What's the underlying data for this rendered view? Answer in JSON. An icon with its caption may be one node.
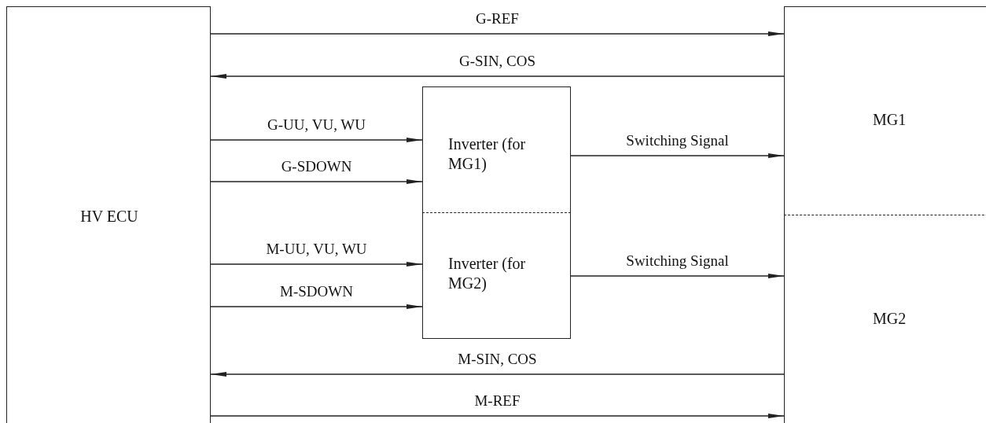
{
  "diagram": {
    "nodes": [
      {
        "text": [
          "HV ECU"
        ]
      },
      {
        "text": [
          "Inverter (for MG1)"
        ]
      },
      {
        "text": [
          "Inverter (for MG2)"
        ]
      },
      {
        "text": [
          "MG1"
        ]
      },
      {
        "text": [
          "MG2"
        ]
      }
    ],
    "edges": [
      {
        "from": 0,
        "to": 3,
        "arrow": "to",
        "label": "G-REF"
      },
      {
        "from": 3,
        "to": 0,
        "arrow": "to",
        "label": "G-SIN, COS"
      },
      {
        "from": 0,
        "to": 1,
        "arrow": "to",
        "label": "G-UU, VU, WU"
      },
      {
        "from": 0,
        "to": 1,
        "arrow": "to",
        "label": "G-SDOWN"
      },
      {
        "from": 1,
        "to": 3,
        "arrow": "to",
        "label": "Switching Signal"
      },
      {
        "from": 0,
        "to": 2,
        "arrow": "to",
        "label": "M-UU, VU, WU"
      },
      {
        "from": 0,
        "to": 2,
        "arrow": "to",
        "label": "M-SDOWN"
      },
      {
        "from": 2,
        "to": 4,
        "arrow": "to",
        "label": "Switching Signal"
      },
      {
        "from": 4,
        "to": 0,
        "arrow": "to",
        "label": "M-SIN, COS"
      },
      {
        "from": 0,
        "to": 4,
        "arrow": "to",
        "label": "M-REF"
      }
    ]
  }
}
